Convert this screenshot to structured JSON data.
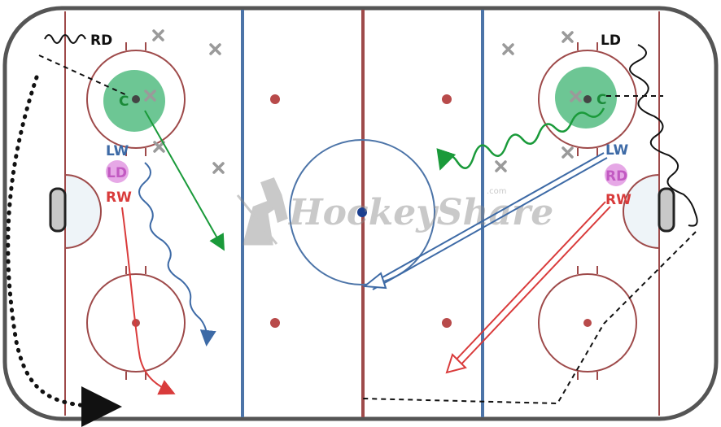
{
  "watermark": {
    "text": "HockeyShare",
    "suffix": ".com"
  },
  "players": {
    "left_rd": "RD",
    "left_c": "C",
    "left_lw": "LW",
    "left_ld": "LD",
    "left_rw": "RW",
    "right_ld": "LD",
    "right_c": "C",
    "right_lw": "LW",
    "right_rd": "RD",
    "right_rw": "RW"
  },
  "colors": {
    "boards": "#555555",
    "ice": "#ffffff",
    "red_line": "#9e4a4a",
    "blue_line": "#4c74a8",
    "center_green": "#3cb370",
    "pass_green": "#1a9a3a",
    "wing_blue": "#3d6aa6",
    "wing_red": "#d93b3b",
    "defense_purple": "#d67ad6",
    "cone_gray": "#9a9a9a",
    "black": "#111111"
  },
  "icons": [
    "cone-x-icon",
    "puck-dot-icon",
    "arrowhead-icon"
  ]
}
